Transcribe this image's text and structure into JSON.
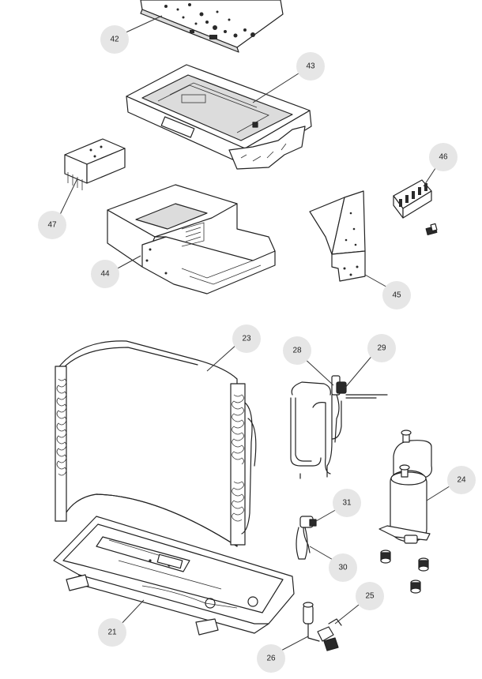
{
  "callouts": [
    {
      "id": "c42",
      "label": "42"
    },
    {
      "id": "c43",
      "label": "43"
    },
    {
      "id": "c46",
      "label": "46"
    },
    {
      "id": "c47",
      "label": "47"
    },
    {
      "id": "c44",
      "label": "44"
    },
    {
      "id": "c45",
      "label": "45"
    },
    {
      "id": "c23",
      "label": "23"
    },
    {
      "id": "c28",
      "label": "28"
    },
    {
      "id": "c29",
      "label": "29"
    },
    {
      "id": "c24",
      "label": "24"
    },
    {
      "id": "c31",
      "label": "31"
    },
    {
      "id": "c30",
      "label": "30"
    },
    {
      "id": "c25",
      "label": "25"
    },
    {
      "id": "c21",
      "label": "21"
    },
    {
      "id": "c26",
      "label": "26"
    }
  ]
}
